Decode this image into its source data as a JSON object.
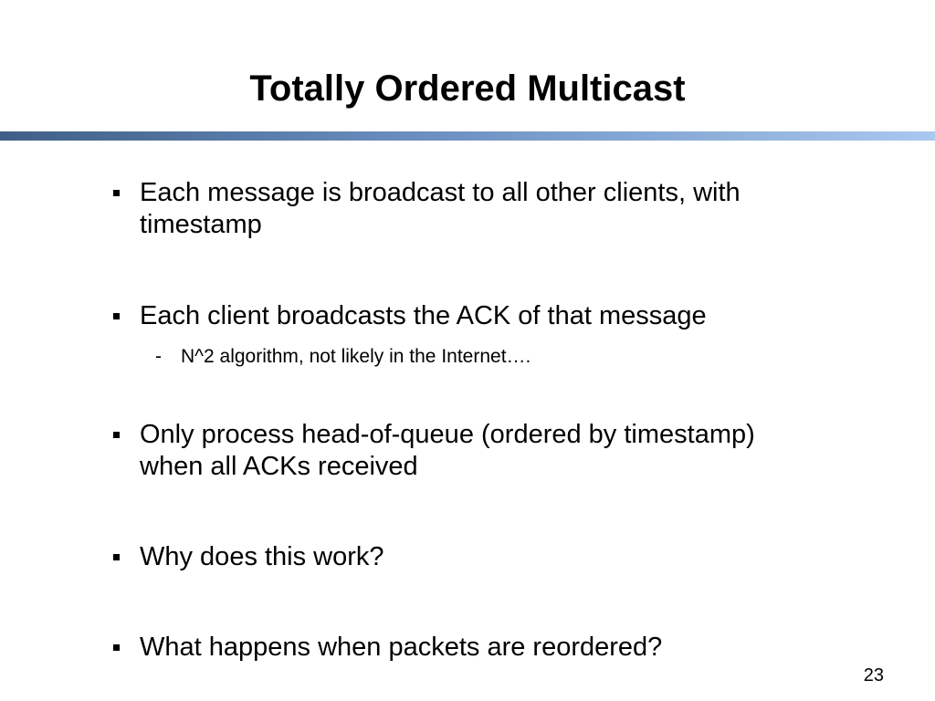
{
  "slide": {
    "title": "Totally Ordered Multicast",
    "bullets": [
      {
        "text": "Each message is broadcast to all other clients, with timestamp"
      },
      {
        "text": "Each client broadcasts the ACK of that message"
      },
      {
        "text": "Only process head-of-queue (ordered by timestamp) when all ACKs received"
      },
      {
        "text": "Why does this work?"
      },
      {
        "text": "What happens when packets are reordered?"
      }
    ],
    "sub_bullets": [
      {
        "marker": "-",
        "text": "N^2 algorithm, not likely in the Internet…."
      }
    ],
    "page_number": "23"
  },
  "colors": {
    "rule_start": "#3f5f86",
    "rule_end": "#a9c8ef",
    "text": "#000000",
    "background": "#ffffff"
  }
}
